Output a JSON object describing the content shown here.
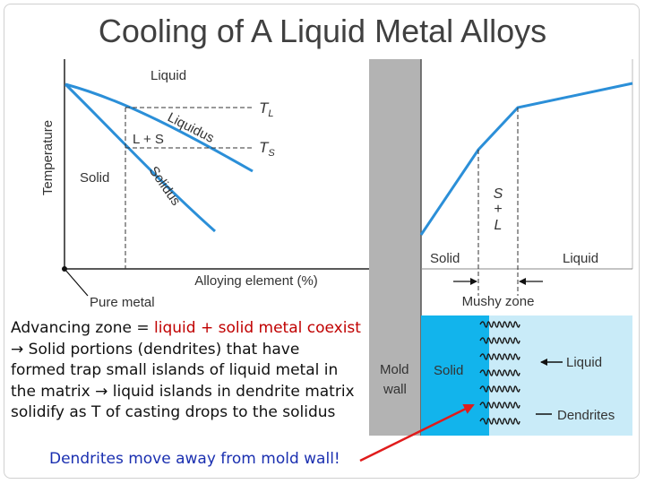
{
  "slide": {
    "title": "Cooling of A Liquid Metal Alloys",
    "body": {
      "line1_prefix": "Advancing zone = ",
      "line1_highlight": "liquid + solid metal coexist",
      "line2": "→  Solid portions (dendrites) that have",
      "line3": "formed trap small islands of liquid metal in",
      "line4": "the matrix → liquid islands in dendrite matrix",
      "line5": "solidify as T of casting drops to the solidus"
    },
    "footer_note": "Dendrites move away from mold wall!"
  },
  "phase_diagram": {
    "y_axis_label": "Temperature",
    "x_axis_label": "Alloying element (%)",
    "origin_label": "Pure metal",
    "region_liquid": "Liquid",
    "region_solid": "Solid",
    "region_l_s": "L + S",
    "curve_liquidus": "Liquidus",
    "curve_solidus": "Solidus",
    "temp_tl_main": "T",
    "temp_tl_sub": "L",
    "temp_ts_main": "T",
    "temp_ts_sub": "S"
  },
  "casting_diagram": {
    "temp_zone_s": "S",
    "temp_zone_plus": "+",
    "temp_zone_l": "L",
    "label_solid_top": "Solid",
    "label_liquid_top": "Liquid",
    "mushy_zone": "Mushy zone",
    "mold_line1": "Mold",
    "mold_line2": "wall",
    "label_solid_zone": "Solid",
    "label_liquid_pointer": "Liquid",
    "label_dendrites": "Dendrites"
  },
  "colors": {
    "curve_blue": "#2b8fd8",
    "mold_gray": "#b3b3b3",
    "solid_zone_blue": "#12b4ec",
    "liquid_zone_blue": "#c9ebf8",
    "highlight_red": "#c00000",
    "note_blue": "#1a2fb0",
    "arrow_red": "#e01b1b"
  }
}
